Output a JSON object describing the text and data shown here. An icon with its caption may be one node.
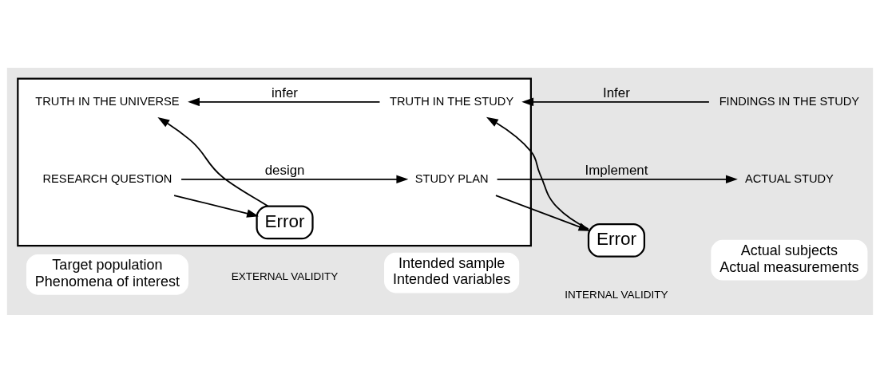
{
  "diagram": {
    "nodes": [
      {
        "text": [],
        "shape": "box"
      },
      {
        "text": [
          "TRUTH IN THE UNIVERSE"
        ],
        "in": 0
      },
      {
        "text": [
          "TRUTH IN THE STUDY"
        ],
        "in": 0
      },
      {
        "text": [
          "Error"
        ],
        "in": 0
      },
      {
        "text": [
          "RESEARCH QUESTION"
        ],
        "in": 0
      },
      {
        "text": [
          "STUDY PLAN"
        ],
        "in": 0
      },
      {
        "text": [
          "FINDINGS IN THE STUDY"
        ]
      },
      {
        "text": [
          "Error"
        ]
      },
      {
        "text": [
          "ACTUAL STUDY"
        ]
      },
      {
        "text": [
          "Target population",
          "Phenomena of interest"
        ]
      },
      {
        "text": [
          "Intended sample",
          "Intended variables"
        ]
      },
      {
        "text": [
          "Actual subjects",
          "Actual measurements"
        ]
      }
    ],
    "edges": [
      {
        "from": 2,
        "to": 1,
        "arrow": "to",
        "label": "infer"
      },
      {
        "from": 6,
        "to": 2,
        "arrow": "to",
        "label": "Infer"
      },
      {
        "from": 4,
        "to": 5,
        "arrow": "to",
        "label": "design"
      },
      {
        "from": 5,
        "to": 8,
        "arrow": "to",
        "label": "Implement"
      },
      {
        "from": 4,
        "to": 3,
        "arrow": "to"
      },
      {
        "from": 3,
        "to": 1,
        "arrow": "to"
      },
      {
        "from": 5,
        "to": 7,
        "arrow": "to"
      },
      {
        "from": 7,
        "to": 2,
        "arrow": "to"
      }
    ],
    "labels": [
      "EXTERNAL VALIDITY",
      "INTERNAL VALIDITY"
    ]
  }
}
